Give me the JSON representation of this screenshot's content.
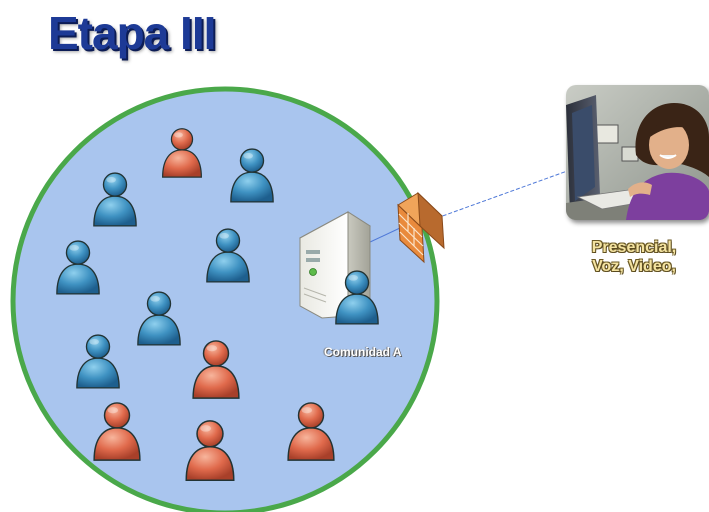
{
  "title": "Etapa III",
  "community": {
    "label": "Comunidad A",
    "circle_fill": "#a9c5ee",
    "circle_border": "#4aa84a",
    "member_colors": {
      "blue": "#3f92c2",
      "red": "#e06a4c"
    },
    "members": [
      {
        "name": "member-red-1",
        "color": "red"
      },
      {
        "name": "member-blue-1",
        "color": "blue"
      },
      {
        "name": "member-blue-2",
        "color": "blue"
      },
      {
        "name": "member-blue-3",
        "color": "blue"
      },
      {
        "name": "member-blue-4",
        "color": "blue"
      },
      {
        "name": "member-blue-5",
        "color": "blue"
      },
      {
        "name": "member-blue-6",
        "color": "blue"
      },
      {
        "name": "member-red-2",
        "color": "red"
      },
      {
        "name": "member-red-3",
        "color": "red"
      },
      {
        "name": "member-red-4",
        "color": "red"
      },
      {
        "name": "member-red-5",
        "color": "red"
      },
      {
        "name": "member-blue-server-user",
        "color": "blue"
      }
    ]
  },
  "external_user": {
    "media_lines": [
      "Presencial,",
      "Voz, Video,"
    ]
  },
  "icons": [
    "server-icon",
    "firewall-icon",
    "person-icon",
    "woman-at-computer-photo"
  ]
}
